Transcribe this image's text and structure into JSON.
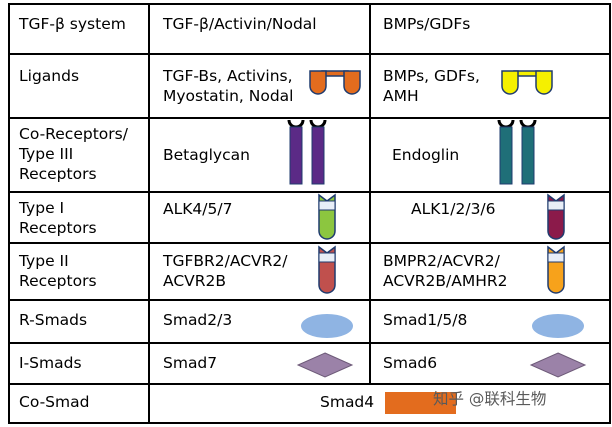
{
  "table": {
    "header": {
      "system": "TGF-β system",
      "col1": "TGF-β/Activin/Nodal",
      "col2": "BMPs/GDFs"
    },
    "rows": [
      {
        "label": [
          "Ligands"
        ],
        "col1": [
          "TGF-Bs, Activins,",
          "Myostatin, Nodal"
        ],
        "col2": [
          "BMPs, GDFs,",
          "AMH"
        ]
      },
      {
        "label": [
          "Co-Receptors/",
          "Type III",
          "Receptors"
        ],
        "col1": [
          "Betaglycan"
        ],
        "col2": [
          "Endoglin"
        ]
      },
      {
        "label": [
          "Type I",
          "Receptors"
        ],
        "col1": [
          "ALK4/5/7"
        ],
        "col2": [
          "ALK1/2/3/6"
        ]
      },
      {
        "label": [
          "Type II",
          "Receptors"
        ],
        "col1": [
          "TGFBR2/ACVR2/",
          "ACVR2B"
        ],
        "col2": [
          "BMPR2/ACVR2/",
          "ACVR2B/AMHR2"
        ]
      },
      {
        "label": [
          "R-Smads"
        ],
        "col1": [
          "Smad2/3"
        ],
        "col2": [
          "Smad1/5/8"
        ]
      },
      {
        "label": [
          "I-Smads"
        ],
        "col1": [
          "Smad7"
        ],
        "col2": [
          "Smad6"
        ]
      },
      {
        "label": [
          "Co-Smad"
        ],
        "shared": [
          "Smad4"
        ]
      }
    ]
  },
  "watermark": {
    "text": "知乎 @联科生物"
  },
  "colors": {
    "grid": "#000000",
    "ligand_tgf": "#e36c1e",
    "ligand_bmp": "#f5f000",
    "coreceptor_tgf": "#5b2a86",
    "coreceptor_bmp": "#1f6f78",
    "type1_tgf": "#8cc63f",
    "type1_bmp": "#8b1a4a",
    "type2_tgf": "#c0504d",
    "type2_bmp": "#f7a21b",
    "rsmad": "#8fb4e3",
    "ismad": "#9b82a8",
    "cosmad": "#e36c1e",
    "receptor_outline": "#1f3b6e"
  },
  "icons": {
    "ligand": "ligand-dimer-icon",
    "coreceptor": "coreceptor-pair-icon",
    "type1": "type1-receptor-icon",
    "type2": "type2-receptor-icon",
    "rsmad": "r-smad-ellipse-icon",
    "ismad": "i-smad-diamond-icon",
    "cosmad": "co-smad-rect-icon"
  }
}
